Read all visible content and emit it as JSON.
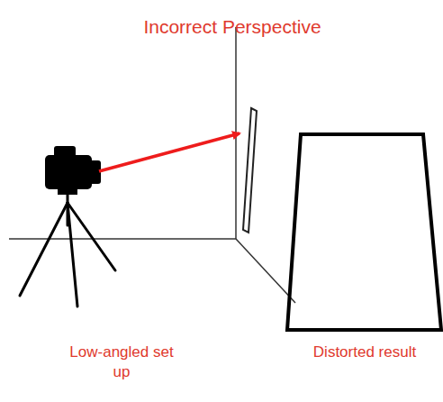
{
  "diagram": {
    "title": "Incorrect Perspective",
    "labels": [
      "Low-angled set up",
      "Distorted result"
    ]
  }
}
